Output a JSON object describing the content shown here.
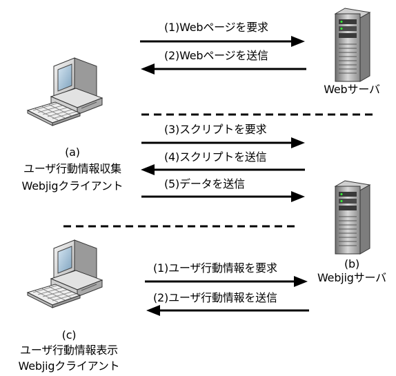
{
  "web_server": {
    "label": "Webサーバ"
  },
  "webjig_server": {
    "tag": "(b)",
    "label": "Webjigサーバ"
  },
  "client_a": {
    "tag": "(a)",
    "line1": "ユーザ行動情報収集",
    "line2": "Webjigクライアント"
  },
  "client_c": {
    "tag": "(c)",
    "line1": "ユーザ行動情報表示",
    "line2": "Webjigクライアント"
  },
  "top_flow": [
    {
      "label": "(1)Webページを要求",
      "direction": "right"
    },
    {
      "label": "(2)Webページを送信",
      "direction": "left"
    }
  ],
  "middle_flow": [
    {
      "label": "(3)スクリプトを要求",
      "direction": "right"
    },
    {
      "label": "(4)スクリプトを送信",
      "direction": "left"
    },
    {
      "label": "(5)データを送信",
      "direction": "right"
    }
  ],
  "bottom_flow": [
    {
      "label": "(1)ユーザ行動情報を要求",
      "direction": "right"
    },
    {
      "label": "(2)ユーザ行動情報を送信",
      "direction": "left"
    }
  ]
}
